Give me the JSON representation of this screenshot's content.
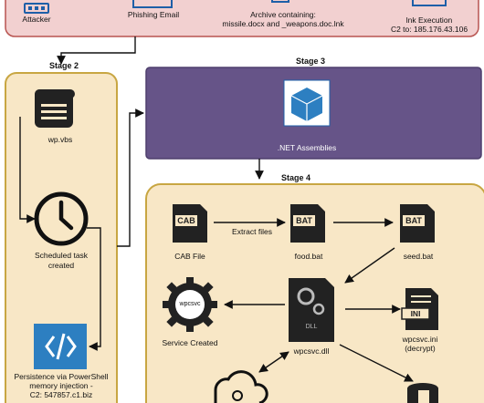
{
  "stage1": {
    "attacker": "Attacker",
    "phishing": "Phishing Email",
    "archive_line1": "Archive containing:",
    "archive_line2": "missile.docx and _weapons.doc.lnk",
    "lnk_line1": "lnk Execution",
    "lnk_line2": "C2 to: 185.176.43.106"
  },
  "stage2": {
    "title": "Stage 2",
    "vbs": "wp.vbs",
    "task_line1": "Scheduled task",
    "task_line2": "created",
    "persist_line1": "Persistence via PowerShell",
    "persist_line2": "memory injection -",
    "persist_line3": "C2: 547857.c1.biz"
  },
  "stage3": {
    "title": "Stage 3",
    "net": ".NET Assemblies"
  },
  "stage4": {
    "title": "Stage 4",
    "cab": "CAB File",
    "cab_tag": "CAB",
    "extract": "Extract files",
    "food": "food.bat",
    "seed": "seed.bat",
    "bat_tag": "BAT",
    "wpcsvc_icon": "wpcsvc",
    "service": "Service Created",
    "dll": "wpcsvc.dll",
    "dll_tag": "DLL",
    "ini_line1": "wpcsvc.ini",
    "ini_line2": "(decrypt)",
    "ini_tag": "INI"
  },
  "colors": {
    "stage1_fill": "#f2d0d0",
    "stage1_border": "#b85450",
    "stage2_fill": "#f8e7c6",
    "stage2_border": "#c8a642",
    "stage3_fill": "#665488",
    "stage3_border": "#4e3f6d",
    "stage4_fill": "#f8e7c6",
    "stage4_border": "#c8a642",
    "icon_blue": "#1e5fa8",
    "icon_dark": "#222222",
    "ps_blue": "#2d7fc1"
  },
  "icons": [
    "attacker-icon",
    "email-icon",
    "archive-icon",
    "lnk-icon",
    "script-icon",
    "clock-icon",
    "powershell-icon",
    "cube-icon",
    "file-icon",
    "gear-icon",
    "cloud-icon",
    "database-icon"
  ]
}
